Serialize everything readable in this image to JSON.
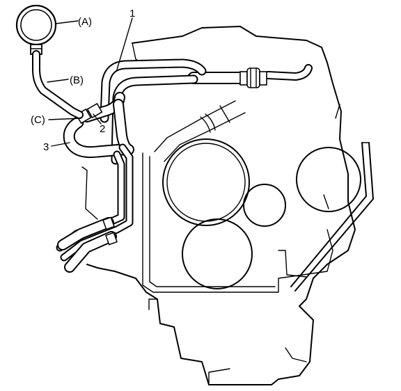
{
  "labels": {
    "gauge": "(A)",
    "hose": "(B)",
    "joint": "(C)",
    "item_1": "1",
    "item_2": "2",
    "item_3": "3"
  }
}
